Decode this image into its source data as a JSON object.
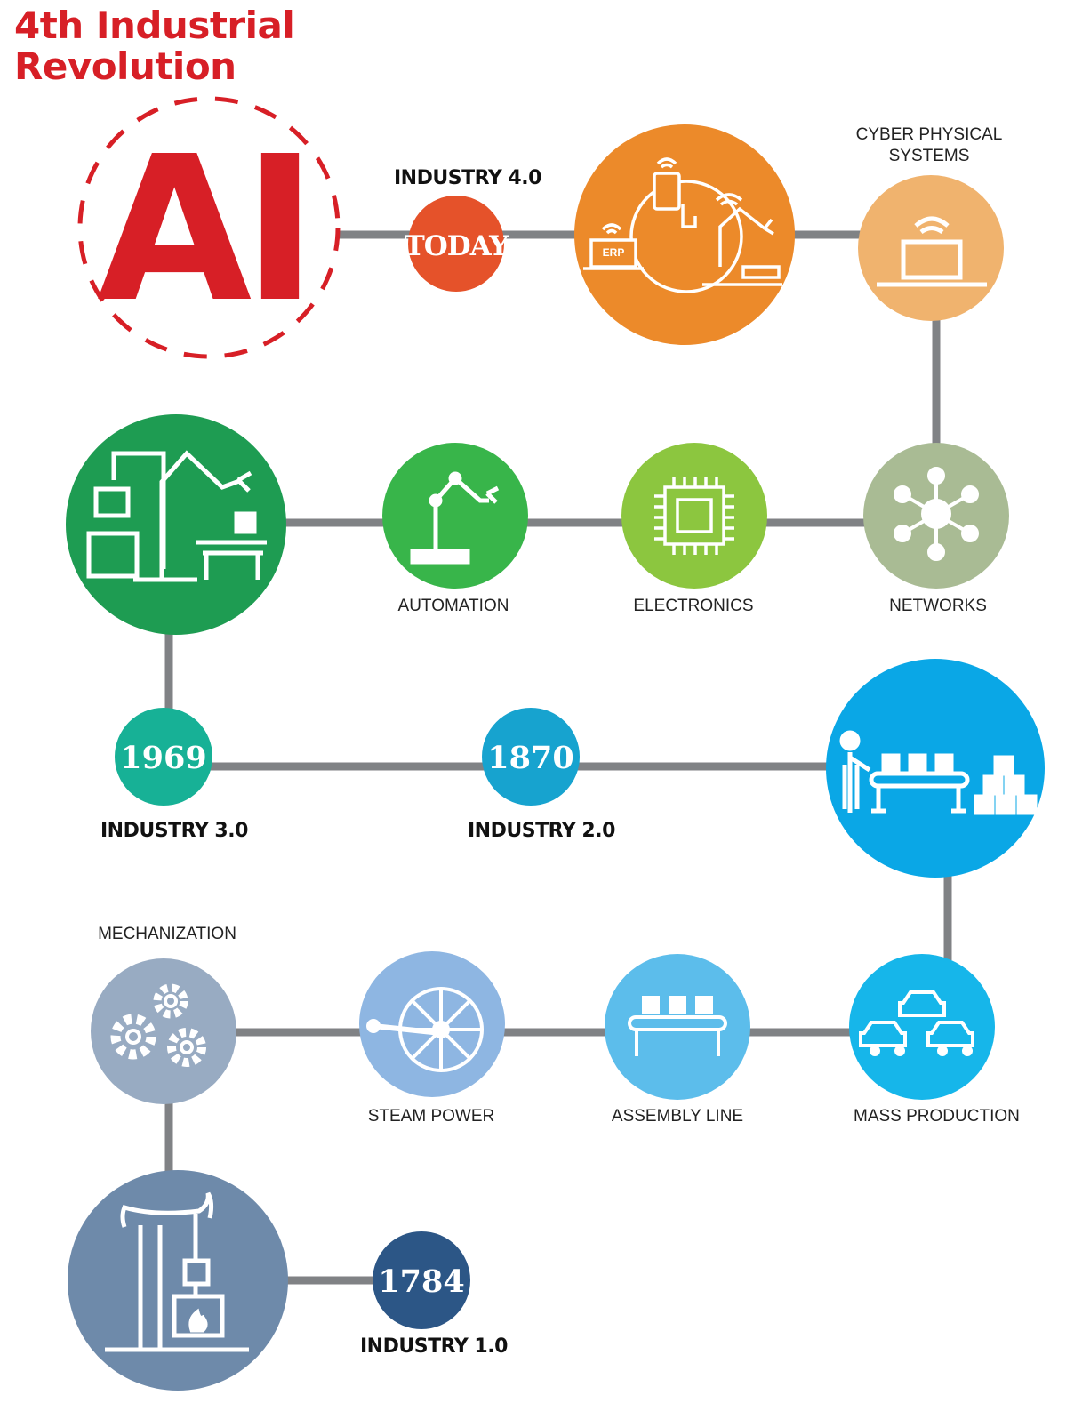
{
  "title_line1": "4th Industrial",
  "title_line2": "Revolution",
  "ai_text": "AI",
  "today_text": "TODAY",
  "erp_text": "ERP",
  "industry4": "INDUSTRY 4.0",
  "industry3": "INDUSTRY 3.0",
  "industry2": "INDUSTRY 2.0",
  "industry1": "INDUSTRY 1.0",
  "year_1969": "1969",
  "year_1870": "1870",
  "year_1784": "1784",
  "labels": {
    "cps_line1": "CYBER PHYSICAL",
    "cps_line2": "SYSTEMS",
    "automation": "AUTOMATION",
    "electronics": "ELECTRONICS",
    "networks": "NETWORKS",
    "mechanization": "MECHANIZATION",
    "steam_power": "STEAM POWER",
    "assembly_line": "ASSEMBLY LINE",
    "mass_production": "MASS PRODUCTION"
  },
  "colors": {
    "accent_red": "#d71f26",
    "today": "#e5522a",
    "industry4": "#ec8a2a",
    "cps": "#f0b36e",
    "networks": "#a9bb94",
    "electronics": "#8cc63f",
    "automation": "#38b54a",
    "industry3": "#1e9c52",
    "year1969": "#17b196",
    "year1870": "#17a3cf",
    "industry2": "#0aa7e6",
    "mass_production": "#16b6ea",
    "assembly_line": "#5cbdeb",
    "steam_power": "#8eb6e2",
    "mechanization": "#98abc2",
    "industry1": "#6e8aaa",
    "year1784": "#2c5686",
    "connector": "#808285"
  }
}
